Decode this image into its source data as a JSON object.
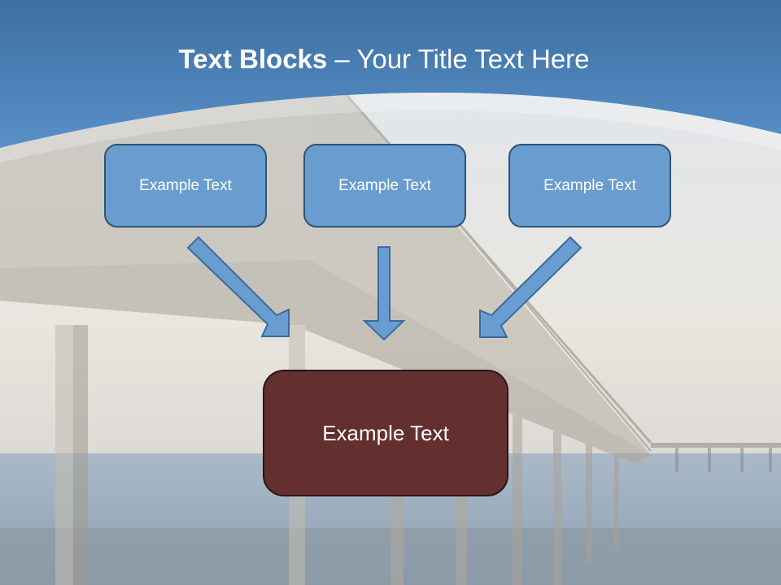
{
  "title": {
    "bold": "Text Blocks",
    "rest": " – Your Title Text Here"
  },
  "diagram": {
    "top_boxes": [
      "Example Text",
      "Example Text",
      "Example Text"
    ],
    "bottom_box": "Example Text"
  },
  "colors": {
    "header_blue": "#4b83bd",
    "box_blue": "#6a9dcf",
    "box_border": "#2f5477",
    "bottom_box": "#642f2f",
    "arrow_fill": "#6a9dcf",
    "arrow_stroke": "#3a6b9c"
  }
}
